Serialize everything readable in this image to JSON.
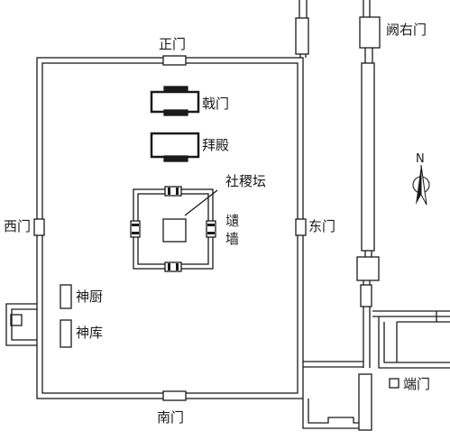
{
  "labels": {
    "zheng_men": "正门",
    "ji_men": "戟门",
    "bai_dian": "拜殿",
    "she_ji_tan": "社稷坛",
    "wei_qiang_1": "壝",
    "wei_qiang_2": "墙",
    "xi_men": "西门",
    "dong_men": "东门",
    "shen_chu": "神厨",
    "shen_ku": "神库",
    "nan_men": "南门",
    "que_you_men": "阙右门",
    "duan_men": "端门"
  },
  "compass": {
    "north": "N",
    "icon": "north-arrow-icon"
  },
  "colors": {
    "ink": "#1a1a1a",
    "fill": "#ffffff"
  }
}
